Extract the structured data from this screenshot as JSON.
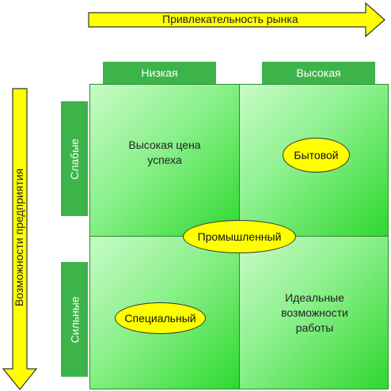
{
  "axes": {
    "horizontal_label": "Привлекательность рынка",
    "vertical_label": "Возможности предприятия"
  },
  "columns": [
    "Низкая",
    "Высокая"
  ],
  "rows": [
    "Слабые",
    "Сильные"
  ],
  "quadrants": {
    "top_left": "Высокая цена успеха",
    "bottom_right": "Идеальные возможности работы"
  },
  "ovals": {
    "consumer": "Бытовой",
    "industrial": "Промышленный",
    "special": "Специальный"
  },
  "colors": {
    "arrow_fill": "#ffff00",
    "label_box": "#3cb44a",
    "oval_fill": "#ffff00"
  }
}
